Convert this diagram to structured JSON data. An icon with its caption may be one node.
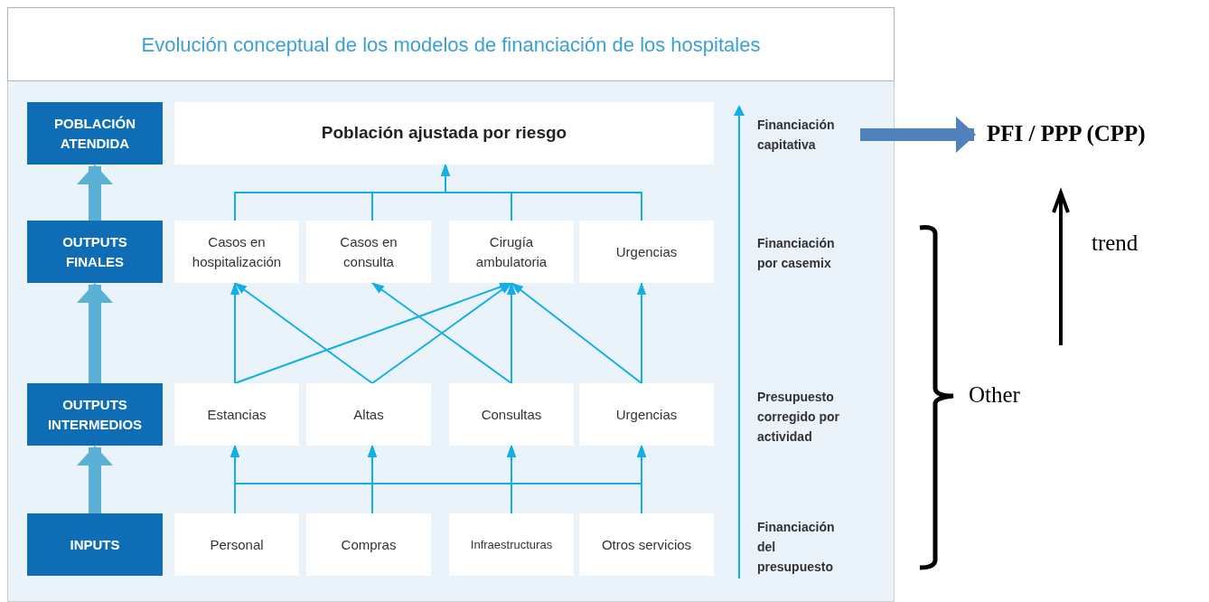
{
  "diagram": {
    "title": "Evolución conceptual de los modelos de financiación de los hospitales",
    "nodes": [
      {
        "text": [
          "POBLACIÓN ATENDIDA"
        ]
      },
      {
        "text": [
          "Población ajustada por riesgo"
        ]
      },
      {
        "text": [
          "Financiación capitativa"
        ]
      },
      {
        "text": [
          "PFI / PPP (CPP)"
        ]
      },
      {
        "text": [
          "OUTPUTS FINALES"
        ]
      },
      {
        "text": [
          "Casos en hospitalización"
        ]
      },
      {
        "text": [
          "Casos en consulta"
        ]
      },
      {
        "text": [
          "Cirugía ambulatoria"
        ]
      },
      {
        "text": [
          "Urgencias"
        ]
      },
      {
        "text": [
          "OUTPUTS INTERMEDIOS"
        ]
      },
      {
        "text": [
          "Estancias"
        ]
      },
      {
        "text": [
          "Altas"
        ]
      },
      {
        "text": [
          "Consultas"
        ]
      },
      {
        "text": [
          "Urgencias"
        ]
      },
      {
        "text": [
          "INPUTS"
        ]
      },
      {
        "text": [
          "Personal"
        ]
      },
      {
        "text": [
          "Compras"
        ]
      },
      {
        "text": [
          "Infraestructuras"
        ]
      },
      {
        "text": [
          "Otros servicios"
        ]
      }
    ],
    "edges": [
      {
        "from": 4,
        "to": 0,
        "arrow": "to",
        "style": "thick",
        "color": "#5ab0d5"
      },
      {
        "from": 9,
        "to": 4,
        "arrow": "to",
        "style": "thick",
        "color": "#5ab0d5"
      },
      {
        "from": 14,
        "to": 9,
        "arrow": "to",
        "style": "thick",
        "color": "#5ab0d5"
      },
      {
        "from": 2,
        "to": 3,
        "arrow": "to",
        "style": "thick",
        "color": "#4f81bd"
      },
      {
        "from": 5,
        "to": 1,
        "arrow": "to"
      },
      {
        "from": 6,
        "to": 1,
        "arrow": "to"
      },
      {
        "from": 7,
        "to": 1,
        "arrow": "to"
      },
      {
        "from": 8,
        "to": 1,
        "arrow": "to"
      },
      {
        "from": 10,
        "to": 5,
        "arrow": "to"
      },
      {
        "from": 10,
        "to": 7,
        "arrow": "to"
      },
      {
        "from": 11,
        "to": 5,
        "arrow": "to"
      },
      {
        "from": 11,
        "to": 7,
        "arrow": "to"
      },
      {
        "from": 12,
        "to": 6,
        "arrow": "to"
      },
      {
        "from": 12,
        "to": 7,
        "arrow": "to"
      },
      {
        "from": 13,
        "to": 7,
        "arrow": "to"
      },
      {
        "from": 13,
        "to": 8,
        "arrow": "to"
      },
      {
        "from": 15,
        "to": 10,
        "arrow": "to"
      },
      {
        "from": 15,
        "to": 11,
        "arrow": "to"
      },
      {
        "from": 15,
        "to": 12,
        "arrow": "to"
      },
      {
        "from": 15,
        "to": 13,
        "arrow": "to"
      },
      {
        "from": 16,
        "to": 10,
        "arrow": "to"
      },
      {
        "from": 16,
        "to": 11,
        "arrow": "to"
      },
      {
        "from": 16,
        "to": 12,
        "arrow": "to"
      },
      {
        "from": 16,
        "to": 13,
        "arrow": "to"
      },
      {
        "from": 17,
        "to": 10,
        "arrow": "to"
      },
      {
        "from": 17,
        "to": 11,
        "arrow": "to"
      },
      {
        "from": 17,
        "to": 12,
        "arrow": "to"
      },
      {
        "from": 17,
        "to": 13,
        "arrow": "to"
      },
      {
        "from": 18,
        "to": 10,
        "arrow": "to"
      },
      {
        "from": 18,
        "to": 11,
        "arrow": "to"
      },
      {
        "from": 18,
        "to": 12,
        "arrow": "to"
      },
      {
        "from": 18,
        "to": 13,
        "arrow": "to"
      }
    ],
    "labels": [
      "Financiación por casemix",
      "Presupuesto corregido por actividad",
      "Financiación del presupuesto",
      "trend",
      "Other"
    ]
  }
}
